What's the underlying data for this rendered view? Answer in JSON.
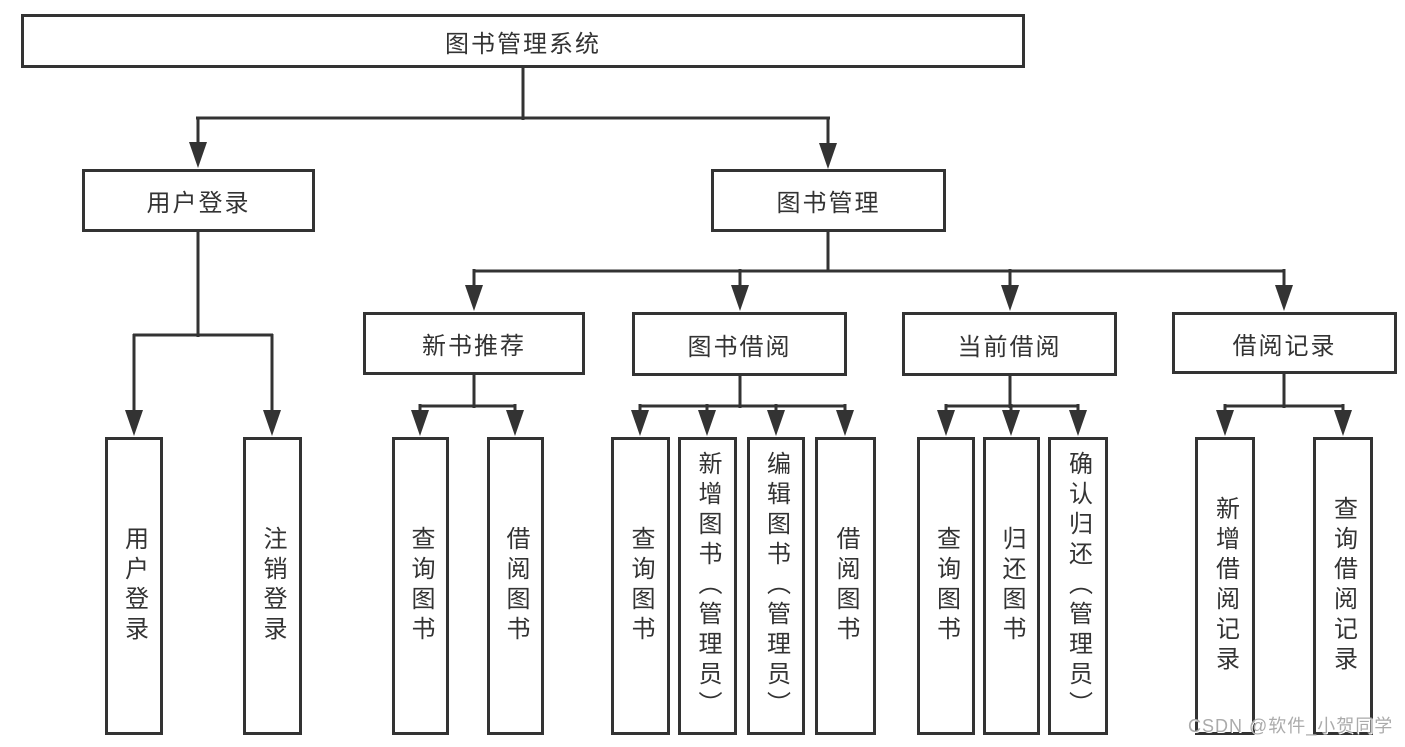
{
  "tree": {
    "root": {
      "label": "图书管理系统"
    },
    "level2": [
      {
        "label": "用户登录",
        "leaves": [
          {
            "label": "用户登录"
          },
          {
            "label": "注销登录"
          }
        ]
      },
      {
        "label": "图书管理",
        "groups": [
          {
            "label": "新书推荐",
            "leaves": [
              {
                "label": "查询图书"
              },
              {
                "label": "借阅图书"
              }
            ]
          },
          {
            "label": "图书借阅",
            "leaves": [
              {
                "label": "查询图书"
              },
              {
                "label": "新增图书（管理员）"
              },
              {
                "label": "编辑图书（管理员）"
              },
              {
                "label": "借阅图书"
              }
            ]
          },
          {
            "label": "当前借阅",
            "leaves": [
              {
                "label": "查询图书"
              },
              {
                "label": "归还图书"
              },
              {
                "label": "确认归还（管理员）"
              }
            ]
          },
          {
            "label": "借阅记录",
            "leaves": [
              {
                "label": "新增借阅记录"
              },
              {
                "label": "查询借阅记录"
              }
            ]
          }
        ]
      }
    ]
  },
  "watermark": {
    "text": "CSDN @软件_小贺同学"
  },
  "colors": {
    "line": "#333333",
    "text": "#333333",
    "box_background": "#ffffff",
    "watermark": "#ababab",
    "background": "#ffffff"
  }
}
